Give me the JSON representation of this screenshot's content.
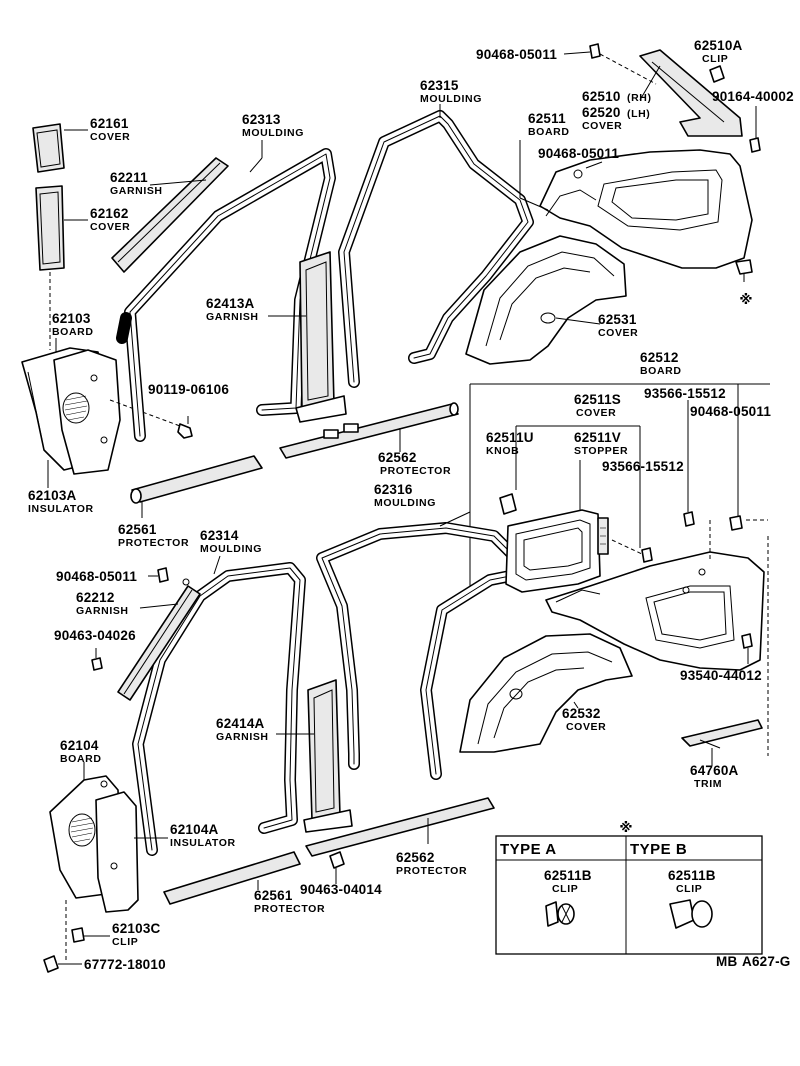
{
  "parts": {
    "p62161": {
      "number": "62161",
      "name": "COVER"
    },
    "p62211": {
      "number": "62211",
      "name": "GARNISH"
    },
    "p62162": {
      "number": "62162",
      "name": "COVER"
    },
    "p62103": {
      "number": "62103",
      "name": "BOARD"
    },
    "p62103a": {
      "number": "62103A",
      "name": "INSULATOR"
    },
    "p90119": {
      "number": "90119-06106"
    },
    "p62313": {
      "number": "62313",
      "name": "MOULDING"
    },
    "p62413a": {
      "number": "62413A",
      "name": "GARNISH"
    },
    "p62315": {
      "number": "62315",
      "name": "MOULDING"
    },
    "p90468a": {
      "number": "90468-05011"
    },
    "p62510a": {
      "number": "62510A",
      "name": "CLIP"
    },
    "p62510": {
      "number": "62510",
      "side": "(RH)"
    },
    "p62520": {
      "number": "62520",
      "side": "(LH)",
      "name": "COVER"
    },
    "p90164": {
      "number": "90164-40002"
    },
    "p62511": {
      "number": "62511",
      "name": "BOARD"
    },
    "p90468b": {
      "number": "90468-05011"
    },
    "p62531": {
      "number": "62531",
      "name": "COVER"
    },
    "p62512": {
      "number": "62512",
      "name": "BOARD"
    },
    "p62511s": {
      "number": "62511S",
      "name": "COVER"
    },
    "p93566a": {
      "number": "93566-15512"
    },
    "p90468c": {
      "number": "90468-05011"
    },
    "p62511u": {
      "number": "62511U",
      "name": "KNOB"
    },
    "p62511v": {
      "number": "62511V",
      "name": "STOPPER"
    },
    "p93566b": {
      "number": "93566-15512"
    },
    "p62562a": {
      "number": "62562",
      "name": "PROTECTOR"
    },
    "p62561a": {
      "number": "62561",
      "name": "PROTECTOR"
    },
    "p62316": {
      "number": "62316",
      "name": "MOULDING"
    },
    "p62314": {
      "number": "62314",
      "name": "MOULDING"
    },
    "p90468d": {
      "number": "90468-05011"
    },
    "p62212": {
      "number": "62212",
      "name": "GARNISH"
    },
    "p90463a": {
      "number": "90463-04026"
    },
    "p93540": {
      "number": "93540-44012"
    },
    "p62532": {
      "number": "62532",
      "name": "COVER"
    },
    "p62414a": {
      "number": "62414A",
      "name": "GARNISH"
    },
    "p62104": {
      "number": "62104",
      "name": "BOARD"
    },
    "p64760a": {
      "number": "64760A",
      "name": "TRIM"
    },
    "p62104a": {
      "number": "62104A",
      "name": "INSULATOR"
    },
    "p62562b": {
      "number": "62562",
      "name": "PROTECTOR"
    },
    "p62561b": {
      "number": "62561",
      "name": "PROTECTOR"
    },
    "p90463b": {
      "number": "90463-04014"
    },
    "p62103c": {
      "number": "62103C",
      "name": "CLIP"
    },
    "p67772": {
      "number": "67772-18010"
    }
  },
  "note_symbol": "※",
  "types": {
    "a": {
      "header": "TYPE A",
      "number": "62511B",
      "name": "CLIP"
    },
    "b": {
      "header": "TYPE B",
      "number": "62511B",
      "name": "CLIP"
    }
  },
  "footer": {
    "left": "MB",
    "right": "A627-G"
  }
}
